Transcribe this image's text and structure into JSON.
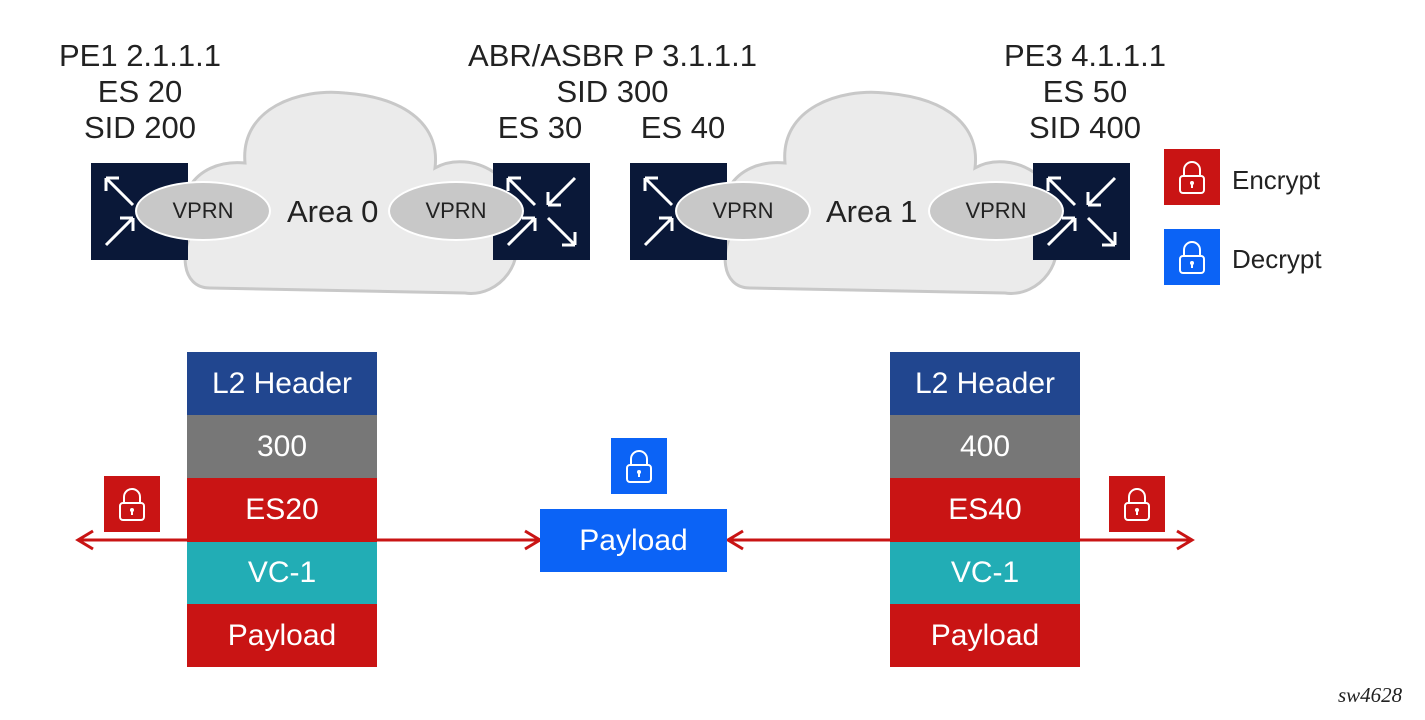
{
  "nodes": {
    "pe1": {
      "lines": [
        "PE1 2.1.1.1",
        "ES 20",
        "SID 200"
      ]
    },
    "abr": {
      "lines": [
        "ABR/ASBR P 3.1.1.1",
        "SID 300"
      ],
      "es_left": "ES 30",
      "es_right": "ES 40"
    },
    "pe3": {
      "lines": [
        "PE3 4.1.1.1",
        "ES 50",
        "SID 400"
      ]
    }
  },
  "areas": {
    "area0": "Area 0",
    "area1": "Area 1"
  },
  "vprn_label": "VPRN",
  "legend": {
    "encrypt": {
      "label": "Encrypt",
      "color": "#c91414",
      "icon": "lock-icon"
    },
    "decrypt": {
      "label": "Decrypt",
      "color": "#0b63f6",
      "icon": "lock-icon"
    }
  },
  "stacks": {
    "left": [
      "L2 Header",
      "300",
      "ES20",
      "VC-1",
      "Payload"
    ],
    "right": [
      "L2 Header",
      "400",
      "ES40",
      "VC-1",
      "Payload"
    ]
  },
  "center_payload": "Payload",
  "figure_id": "sw4628",
  "colors": {
    "router": "#0a1838",
    "cloud": "#ebebeb",
    "arrow": "#c91414",
    "l2_header": "#21468f",
    "sid": "#777777",
    "es": "#c91414",
    "vc": "#22adb5",
    "payload": "#c91414"
  }
}
